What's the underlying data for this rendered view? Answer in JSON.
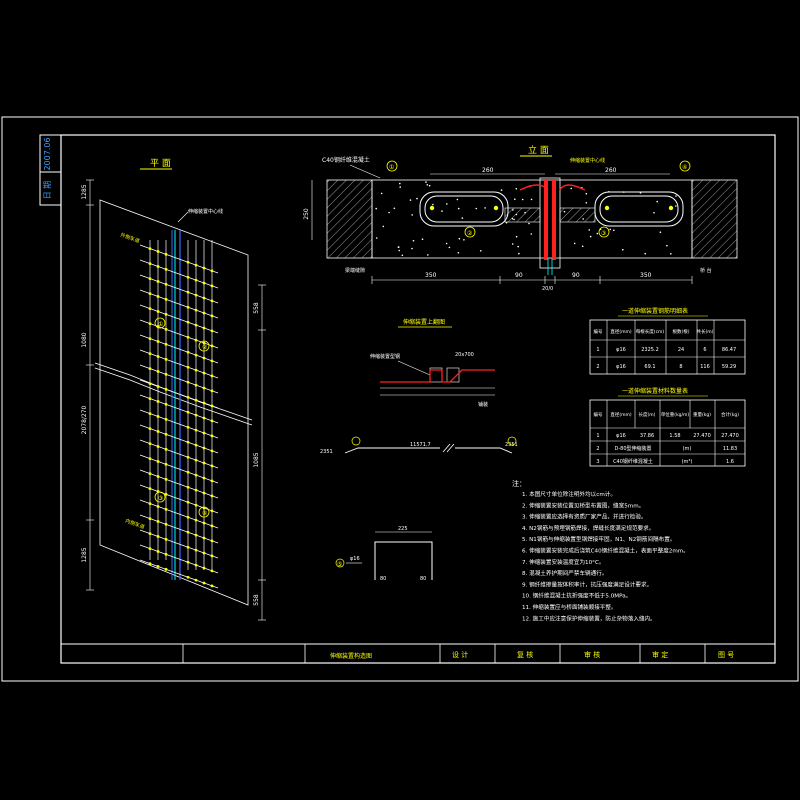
{
  "side_stamp": {
    "date": "2007.06",
    "label": "日 期"
  },
  "plan": {
    "title": "平 面",
    "joint_label": "伸缩装置中心线",
    "deck_left": "外侧车道",
    "deck_right": "内侧车道",
    "dims_left": [
      "1285",
      "1080",
      "2078/270",
      "1285"
    ],
    "dims_right": [
      "558",
      "1085",
      "558"
    ],
    "marks": [
      "①",
      "②",
      "③",
      "④"
    ]
  },
  "elevation": {
    "title": "立 面",
    "concrete_label": "C40钢纤维混凝土",
    "center_label": "伸缩装置中心线",
    "height_dim": "250",
    "top_dims": [
      "260",
      "260"
    ],
    "bottom_dims": [
      "350",
      "90",
      "90",
      "350"
    ],
    "gap_dim": "20/0",
    "left_label": "梁端缝隙",
    "right_label": "桥 台",
    "marks": [
      "①",
      "②",
      "③",
      "④"
    ]
  },
  "detail": {
    "title": "伸缩装置上翻图",
    "label_left": "伸缩装置型钢",
    "label_right": "20x700",
    "label_bottom": "铺装",
    "length_line": "11571.7",
    "end_left": "2351",
    "end_right": "2351"
  },
  "hook": {
    "mark": "⑤",
    "width": "225",
    "leg_left": "80",
    "leg_right": "80",
    "label": "φ16"
  },
  "table1": {
    "title": "一道伸缩装置钢筋明细表",
    "headers": [
      "编号",
      "直径(mm)",
      "每根长度(cm)",
      "根数(根)",
      "共长(m)"
    ],
    "rows": [
      [
        "1",
        "φ16",
        "2325.2",
        "24",
        "6",
        "86.47"
      ],
      [
        "2",
        "φ16",
        "69.1",
        "8",
        "116",
        "59.29"
      ]
    ]
  },
  "table2": {
    "title": "一道伸缩装置材料数量表",
    "headers": [
      "编号",
      "直径(mm)",
      "长度(m)",
      "单位重(kg/m)",
      "重量(kg)",
      "合计(kg)"
    ],
    "rows": [
      [
        "1",
        "φ16",
        "37.86",
        "1.58",
        "27.470",
        "27.470"
      ],
      [
        "2",
        "D-80型伸缩装置",
        "(m)",
        "",
        "",
        "11.83"
      ],
      [
        "3",
        "C40钢纤维混凝土",
        "(m³)",
        "",
        "",
        "1.6"
      ]
    ]
  },
  "notes": {
    "heading": "注：",
    "items": [
      "1. 本图尺寸单位除注明外均以cm计。",
      "2. 伸缩装置安装位置见桥型布置图，缝宽5mm。",
      "3. 伸缩装置应选择有资质厂家产品，并进行检验。",
      "4. N2钢筋与预埋钢筋焊接，焊缝长度满足规范要求。",
      "5. N1钢筋与伸缩装置型钢焊接牢固，N1、N2钢筋间隔布置。",
      "6. 伸缩装置安装完成后浇筑C40钢纤维混凝土，表面平整度2mm。",
      "7. 伸缩装置安装温度宜为10°C。",
      "8. 混凝土养护期间严禁车辆通行。",
      "9. 钢纤维掺量按体积率计，抗压强度满足设计要求。",
      "10. 钢纤维混凝土抗折强度不低于5.0MPa。",
      "11. 伸缩装置应与桥面铺装顺接平整。",
      "12. 施工中应注意保护伸缩装置，防止杂物落入缝内。"
    ]
  },
  "title_block": {
    "drawing_title": "伸缩装置构造图",
    "design": "设 计",
    "check": "复 核",
    "review": "审 核",
    "approve": "审 定",
    "sheet": "图 号"
  }
}
